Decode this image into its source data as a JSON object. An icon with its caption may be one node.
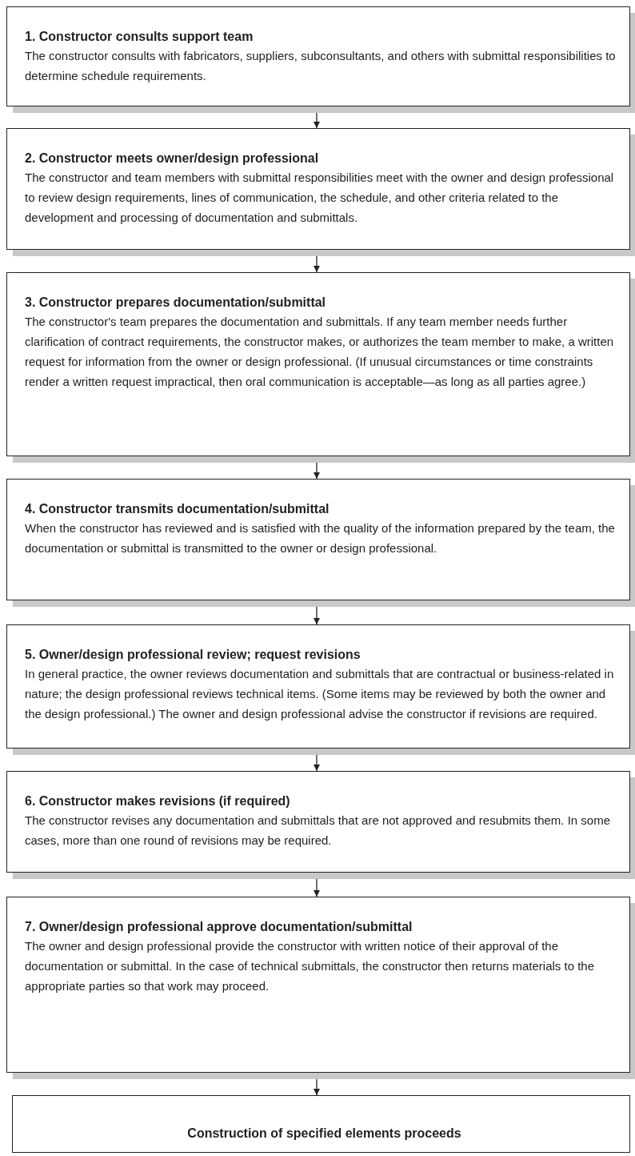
{
  "diagram": {
    "nodes": [
      {
        "text": [
          "1. Constructor consults support team",
          "The constructor consults with fabricators, suppliers, subconsultants, and others with submittal responsibilities to determine schedule requirements."
        ]
      },
      {
        "text": [
          "2. Constructor meets owner/design professional",
          "The constructor and team members with submittal responsibilities meet with the owner and design professional to review design requirements, lines of communication, the schedule, and other criteria related to the development and processing of documentation and submittals."
        ]
      },
      {
        "text": [
          "3. Constructor prepares documentation/submittal",
          "The constructor's team prepares the documentation and submittals. If any team member needs further clarification of contract requirements, the constructor makes, or authorizes the team member to make, a written request for information from the owner or design professional. (If unusual circumstances or time constraints render a written request impractical, then oral communication is acceptable—as long as all parties agree.)"
        ]
      },
      {
        "text": [
          "4. Constructor transmits documentation/submittal",
          "When the constructor has reviewed and is satisfied with the quality of the information prepared by the team, the documentation or submittal is transmitted to the owner or design professional."
        ]
      },
      {
        "text": [
          "5. Owner/design professional review; request revisions",
          "In general practice, the owner reviews documentation and submittals that are contractual or business-related in nature; the design professional reviews technical items. (Some items may be reviewed by both the owner and the design professional.) The owner and design professional advise the constructor if revisions are required."
        ]
      },
      {
        "text": [
          "6. Constructor makes revisions (if required)",
          "The constructor revises any documentation and submittals that are not approved and resubmits them. In some cases, more than one round of revisions may be required."
        ]
      },
      {
        "text": [
          "7. Owner/design professional approve documentation/submittal",
          "The owner and design professional provide the constructor with written notice of their approval of the documentation or submittal. In the case of technical submittals, the constructor then returns materials to the appropriate parties so that work may proceed."
        ]
      },
      {
        "text": [
          "Construction of specified elements proceeds"
        ]
      }
    ],
    "edges": [
      {
        "from": 0,
        "to": 1,
        "arrow": "to"
      },
      {
        "from": 1,
        "to": 2,
        "arrow": "to"
      },
      {
        "from": 2,
        "to": 3,
        "arrow": "to"
      },
      {
        "from": 3,
        "to": 4,
        "arrow": "to"
      },
      {
        "from": 4,
        "to": 5,
        "arrow": "to"
      },
      {
        "from": 5,
        "to": 6,
        "arrow": "to"
      },
      {
        "from": 6,
        "to": 7,
        "arrow": "to"
      }
    ]
  }
}
